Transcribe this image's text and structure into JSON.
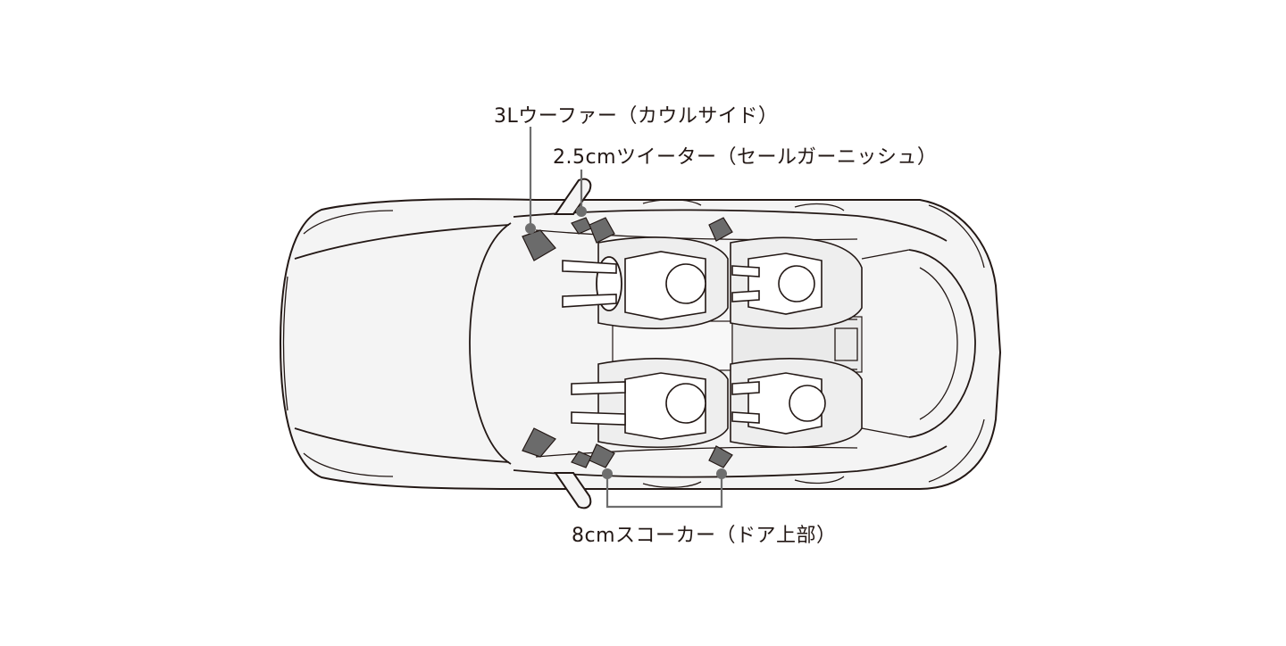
{
  "diagram": {
    "callouts": {
      "woofer": "3Lウーファー（カウルサイド）",
      "tweeter": "2.5cmツイーター（セールガーニッシュ）",
      "squawker": "8cmスコーカー（ドア上部）"
    }
  }
}
